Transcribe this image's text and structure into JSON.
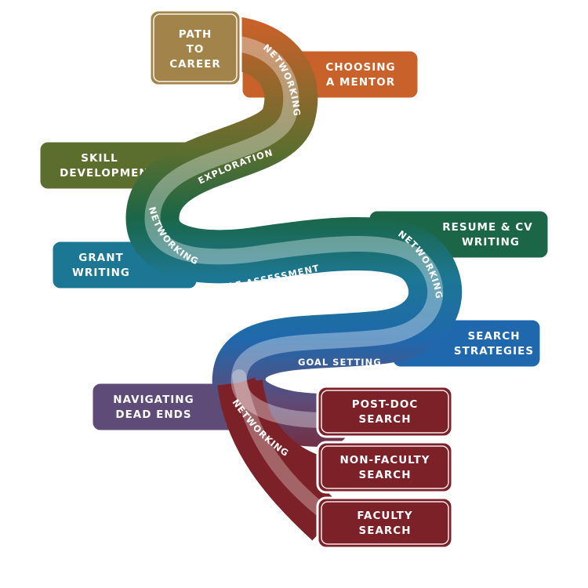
{
  "boxes": [
    {
      "id": "path-to-career",
      "lines": [
        "PATH",
        "TO",
        "CAREER"
      ],
      "color": "#a2844a"
    },
    {
      "id": "choosing-a-mentor",
      "lines": [
        "CHOOSING",
        "A MENTOR"
      ],
      "color": "#c9612a"
    },
    {
      "id": "skill-development",
      "lines": [
        "SKILL",
        "DEVELOPMENT"
      ],
      "color": "#5c6e2e"
    },
    {
      "id": "resume-cv-writing",
      "lines": [
        "RESUME & CV",
        "WRITING"
      ],
      "color": "#1a6647"
    },
    {
      "id": "grant-writing",
      "lines": [
        "GRANT",
        "WRITING"
      ],
      "color": "#1c7794"
    },
    {
      "id": "search-strategies",
      "lines": [
        "SEARCH",
        "STRATEGIES"
      ],
      "color": "#1f68ad"
    },
    {
      "id": "navigating-dead-ends",
      "lines": [
        "NAVIGATING",
        "DEAD ENDS"
      ],
      "color": "#5e4b78"
    },
    {
      "id": "post-doc-search",
      "lines": [
        "POST-DOC",
        "SEARCH"
      ],
      "color": "#7c2128"
    },
    {
      "id": "non-faculty-search",
      "lines": [
        "NON-FACULTY",
        "SEARCH"
      ],
      "color": "#7c2128"
    },
    {
      "id": "faculty-search",
      "lines": [
        "FACULTY",
        "SEARCH"
      ],
      "color": "#7c2128"
    }
  ],
  "road_labels": [
    {
      "id": "networking-1",
      "text": "NETWORKING"
    },
    {
      "id": "exploration",
      "text": "EXPLORATION"
    },
    {
      "id": "networking-2",
      "text": "NETWORKING"
    },
    {
      "id": "self-assessment",
      "text": "SELF ASSESSMENT"
    },
    {
      "id": "networking-3",
      "text": "NETWORKING"
    },
    {
      "id": "goal-setting",
      "text": "GOAL SETTING"
    },
    {
      "id": "networking-4",
      "text": "NETWORKING"
    }
  ],
  "road_colors": [
    "#c9612a",
    "#5c6e2e",
    "#1a6647",
    "#1c7794",
    "#1f68ad",
    "#5e4b78",
    "#7c2128"
  ]
}
